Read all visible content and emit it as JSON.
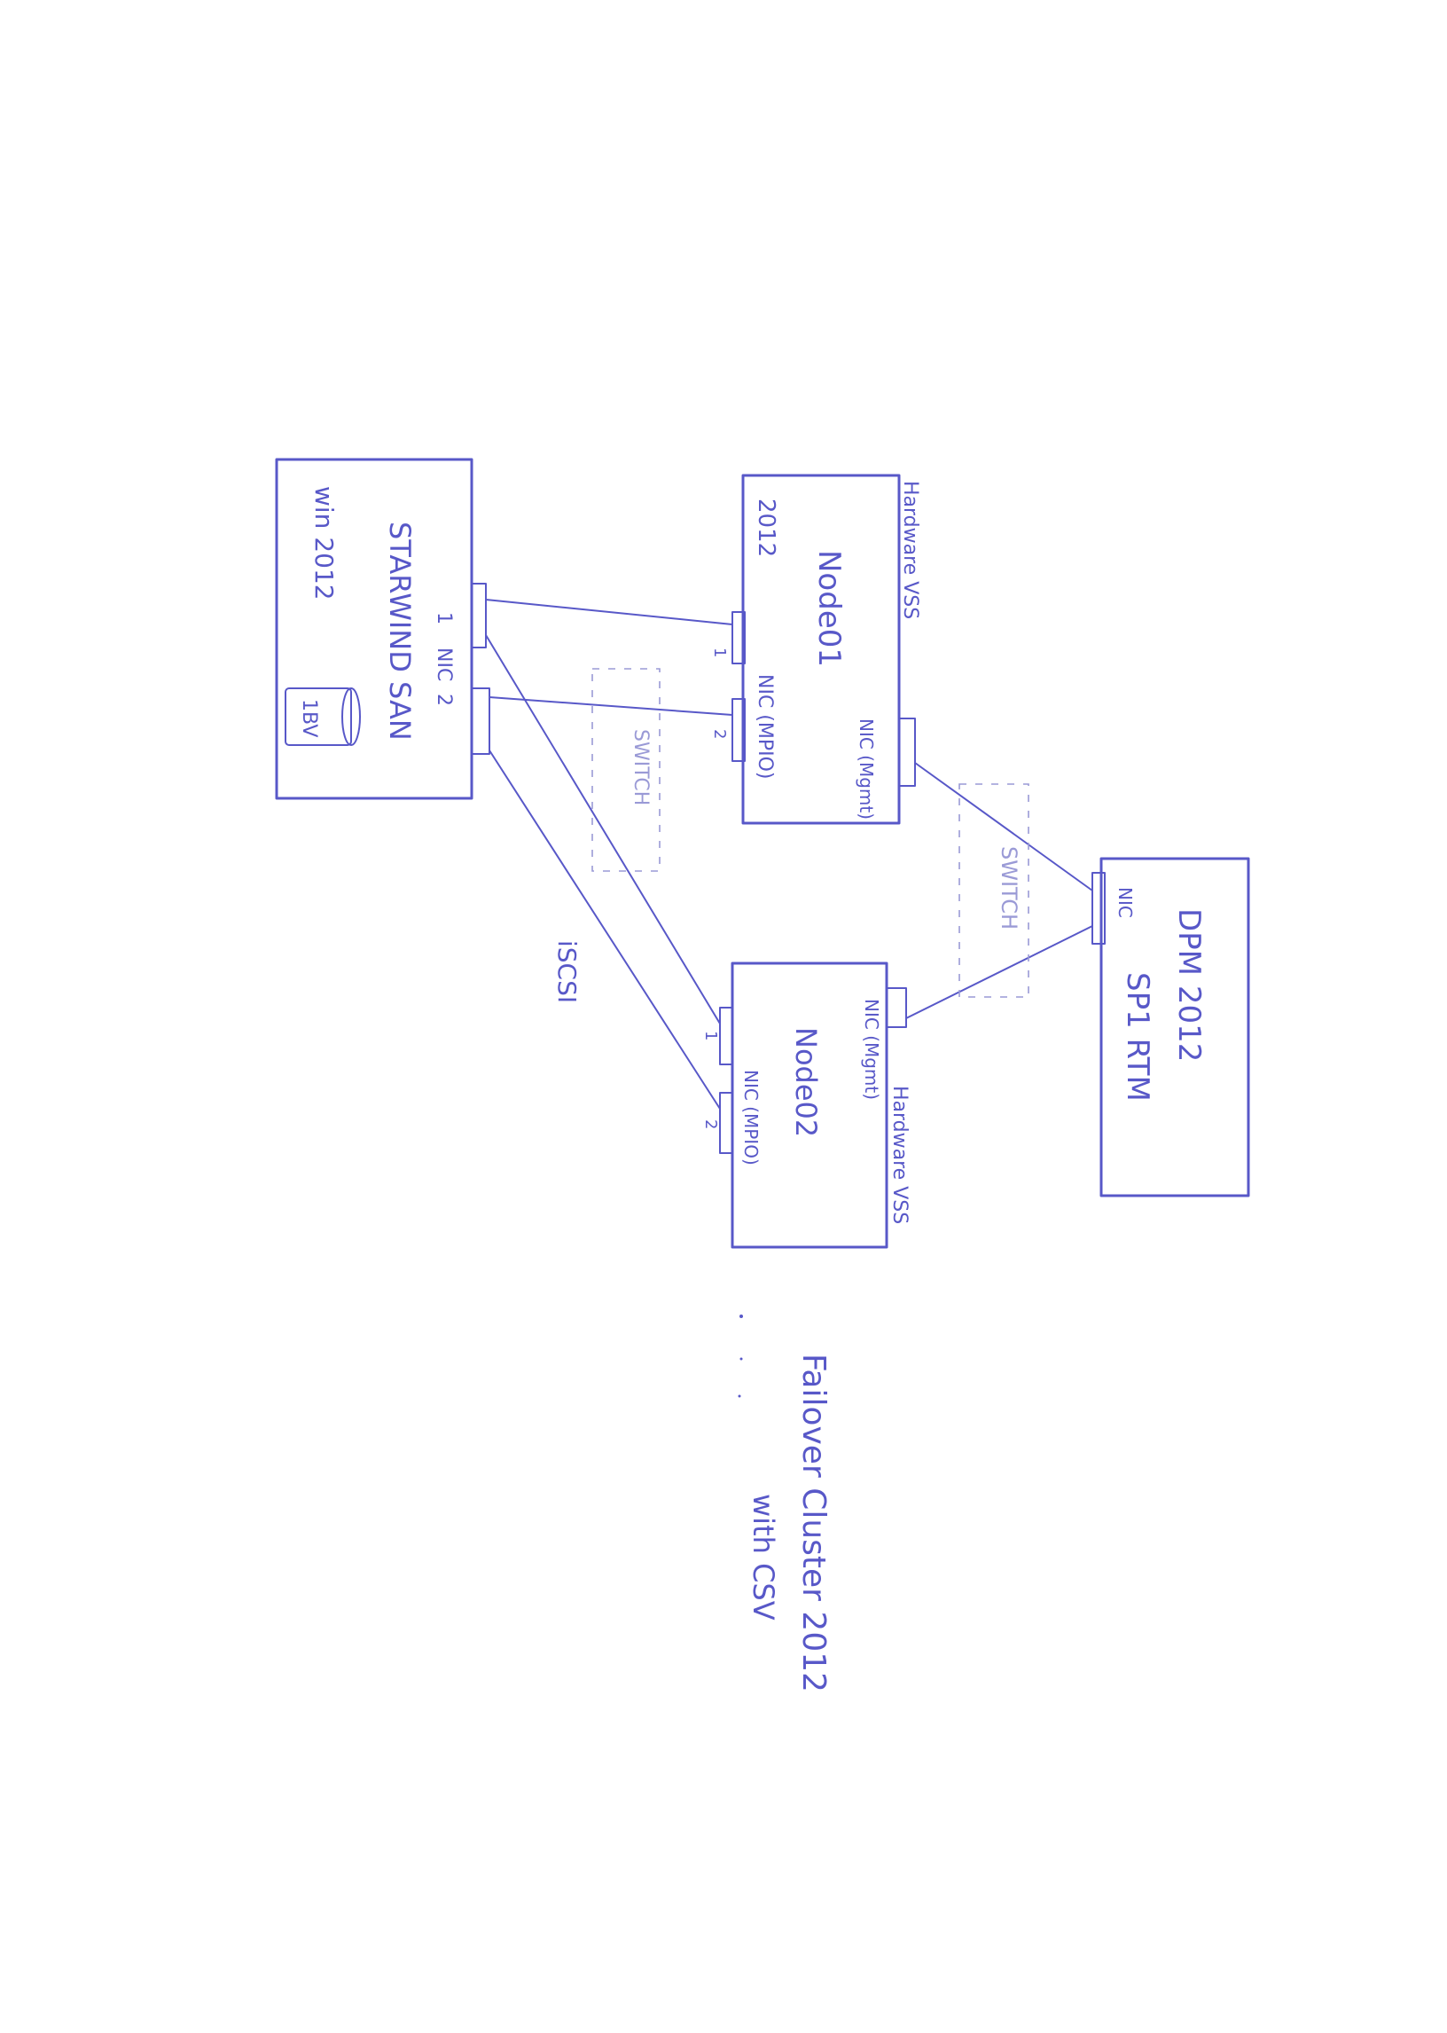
{
  "diagram": {
    "colors": {
      "ink": "#5858c8",
      "switch_ink": "#9a9ad6",
      "paper": "#ffffff"
    },
    "san": {
      "name": "STARWIND SAN",
      "os": "win 2012",
      "disk_label": "1BV",
      "nic_label": "NIC",
      "nic1": "1",
      "nic2": "2"
    },
    "node01": {
      "name": "Node01",
      "os": "2012",
      "tag": "Hardware VSS",
      "nic_mgmt": "NIC (Mgmt)",
      "nic_mpio": "NIC (MPIO)",
      "port1": "1",
      "port2": "2"
    },
    "node02": {
      "name": "Node02",
      "tag": "Hardware VSS",
      "nic_mgmt": "NIC (Mgmt)",
      "nic_mpio": "NIC (MPIO)",
      "port1": "1",
      "port2": "2"
    },
    "dpm": {
      "title": "DPM 2012",
      "subtitle": "SP1 RTM",
      "nic_label": "NIC"
    },
    "switch_iscsi": "SWITCH",
    "switch_mgmt": "SWITCH",
    "iscsi_label": "iSCSI",
    "caption": {
      "line1": "Failover Cluster 2012",
      "line2": "with CSV"
    }
  }
}
